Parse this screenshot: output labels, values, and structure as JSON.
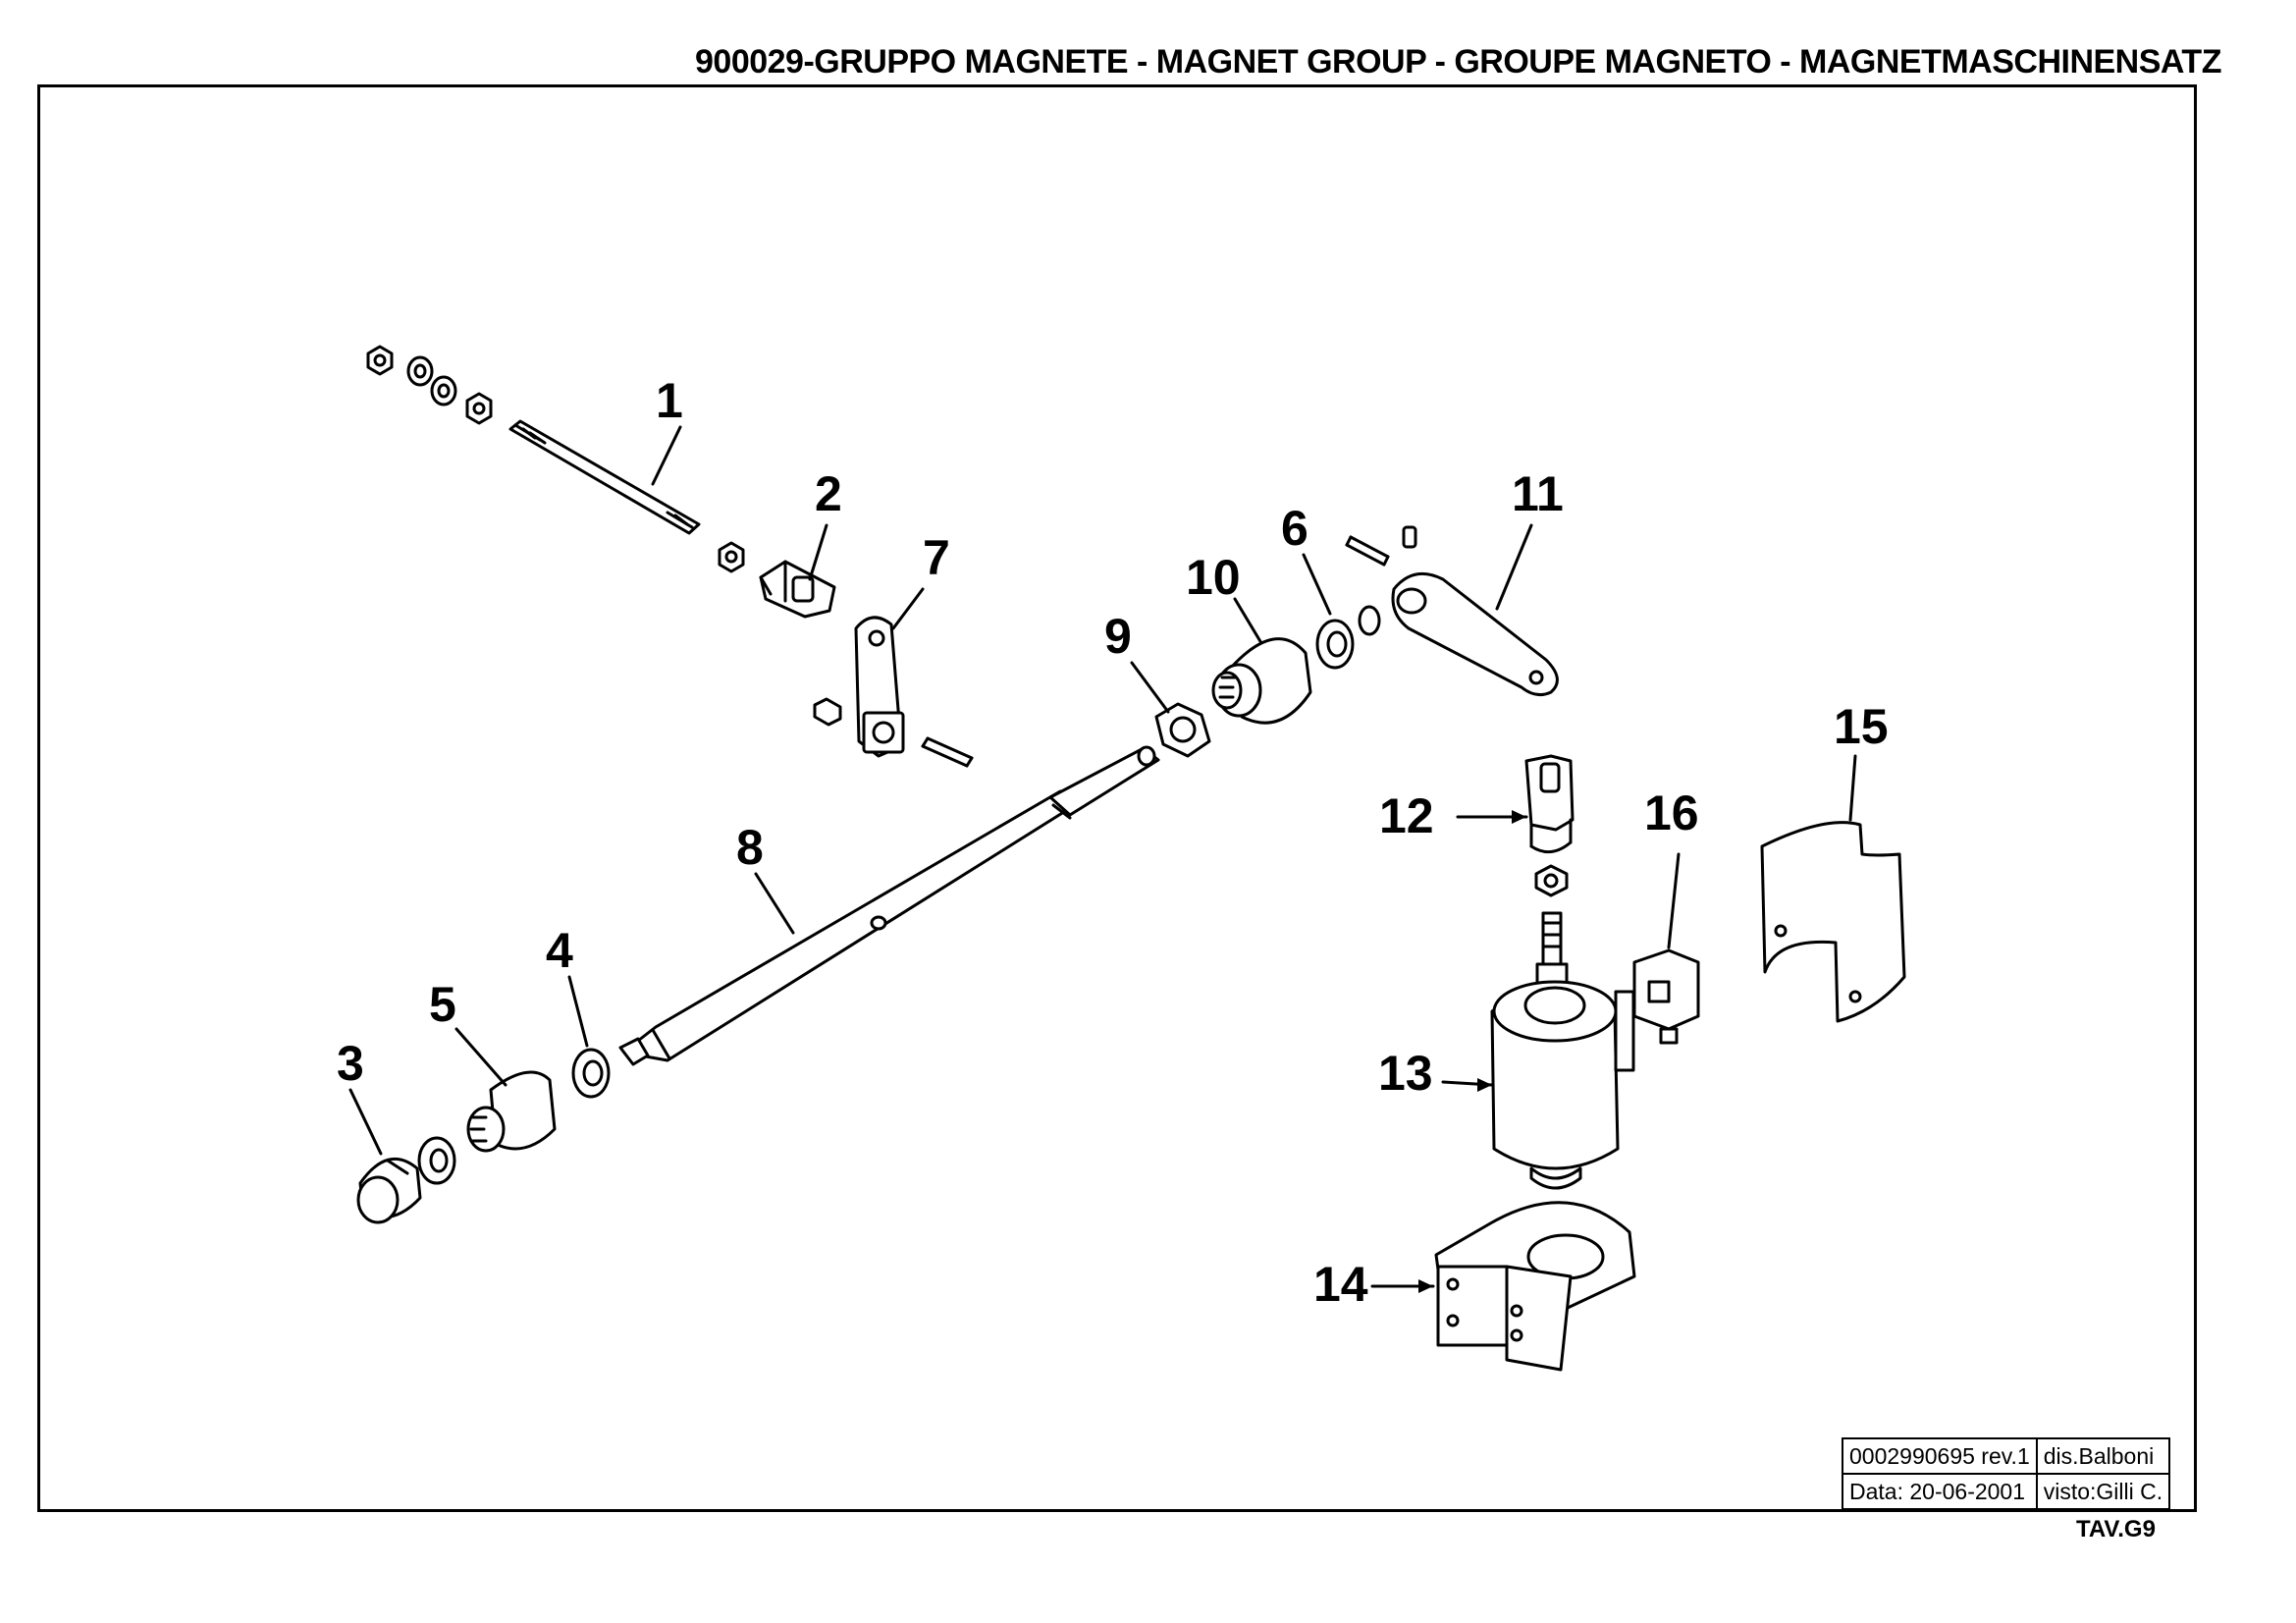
{
  "header": {
    "title": "900029-GRUPPO MAGNETE - MAGNET GROUP - GROUPE MAGNETO - MAGNETMASCHINENSATZ"
  },
  "parts": [
    {
      "num": "1"
    },
    {
      "num": "2"
    },
    {
      "num": "3"
    },
    {
      "num": "4"
    },
    {
      "num": "5"
    },
    {
      "num": "6"
    },
    {
      "num": "7"
    },
    {
      "num": "8"
    },
    {
      "num": "9"
    },
    {
      "num": "10"
    },
    {
      "num": "11"
    },
    {
      "num": "12"
    },
    {
      "num": "13"
    },
    {
      "num": "14"
    },
    {
      "num": "15"
    },
    {
      "num": "16"
    }
  ],
  "title_block": {
    "drawing_code": "0002990695 rev.1",
    "drawn_by": "dis.Balboni",
    "date": "Data: 20-06-2001",
    "checked_by": "visto:Gilli C."
  },
  "sheet": "TAV.G9"
}
